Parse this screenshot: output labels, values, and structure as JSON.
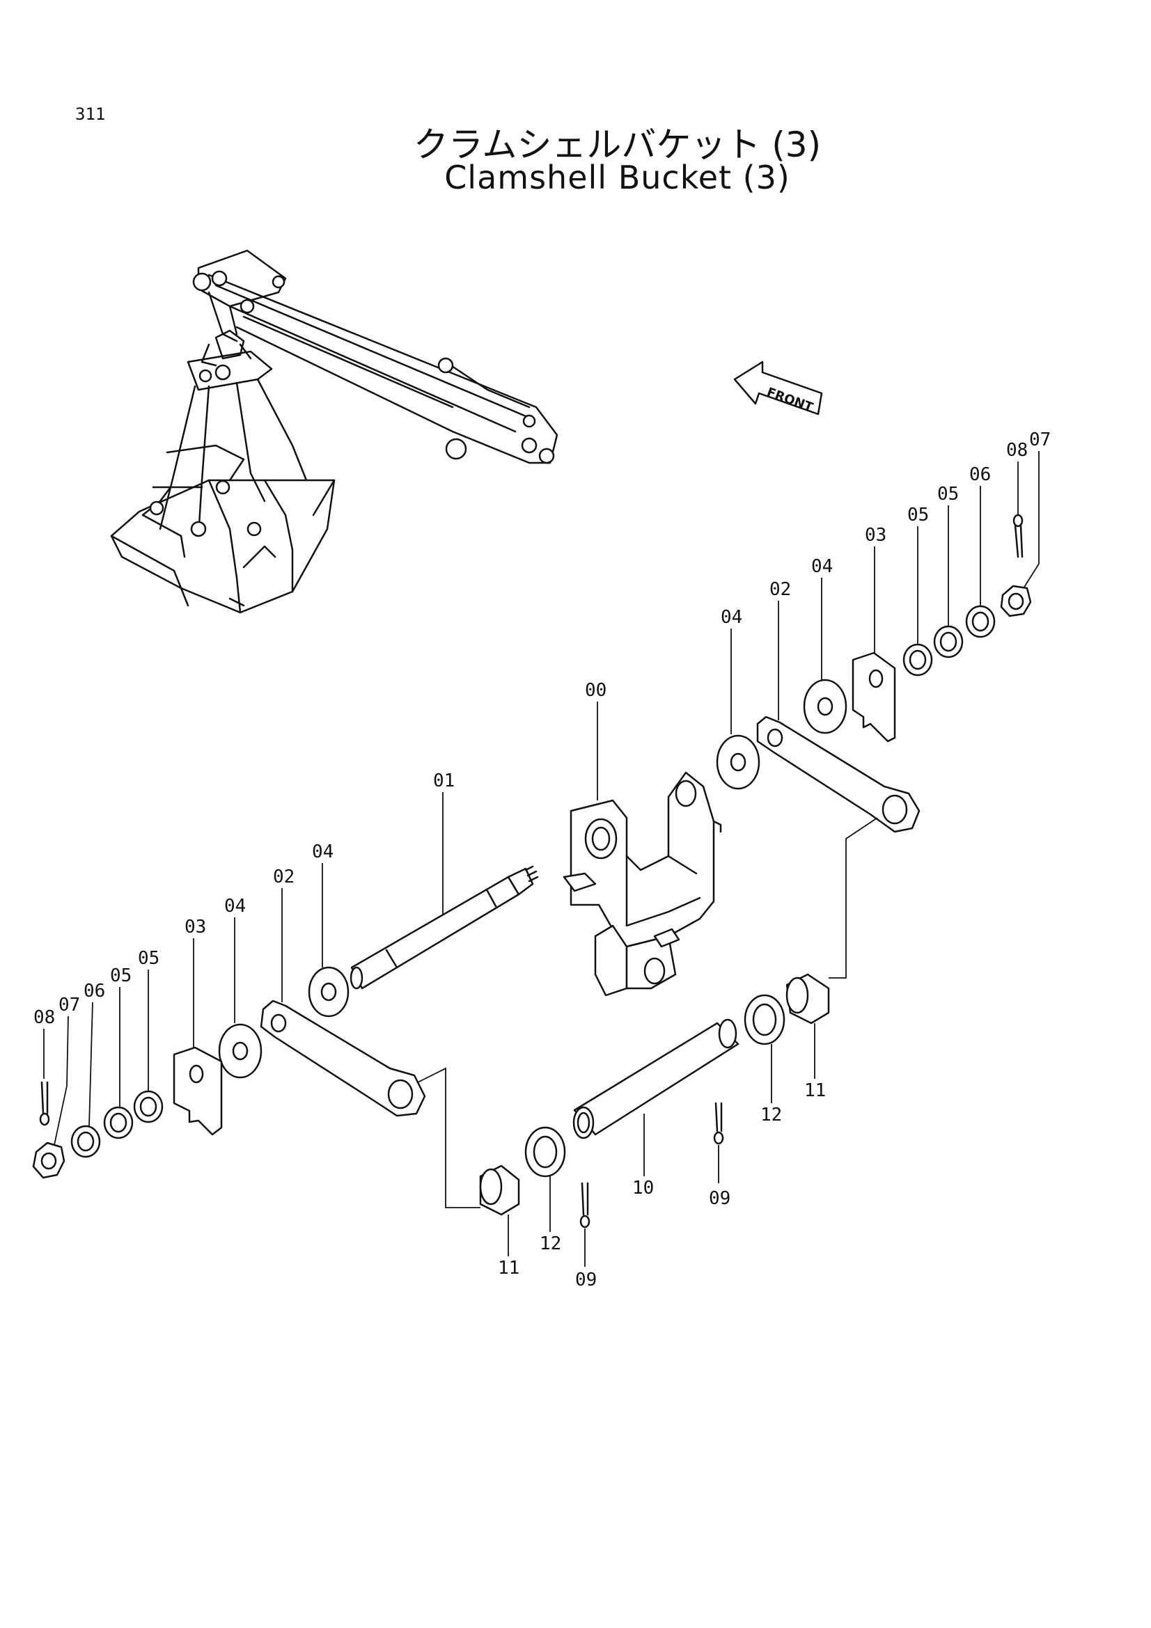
{
  "page_number": "311",
  "title_jp": "クラムシェルバケット (3)",
  "title_en": "Clamshell Bucket (3)",
  "front_label": "FRONT",
  "callouts": {
    "c00": "00",
    "c01": "01",
    "c02_right": "02",
    "c02_left": "02",
    "c03_right": "03",
    "c03_left": "03",
    "c04_right_a": "04",
    "c04_right_b": "04",
    "c04_left_a": "04",
    "c04_left_b": "04",
    "c05_right_a": "05",
    "c05_right_b": "05",
    "c05_left_a": "05",
    "c05_left_b": "05",
    "c06_right": "06",
    "c06_left": "06",
    "c07_right": "07",
    "c07_left": "07",
    "c08_right": "08",
    "c08_left": "08",
    "c09_right": "09",
    "c09_left": "09",
    "c10": "10",
    "c11_right": "11",
    "c11_left": "11",
    "c12_right": "12",
    "c12_left": "12"
  }
}
